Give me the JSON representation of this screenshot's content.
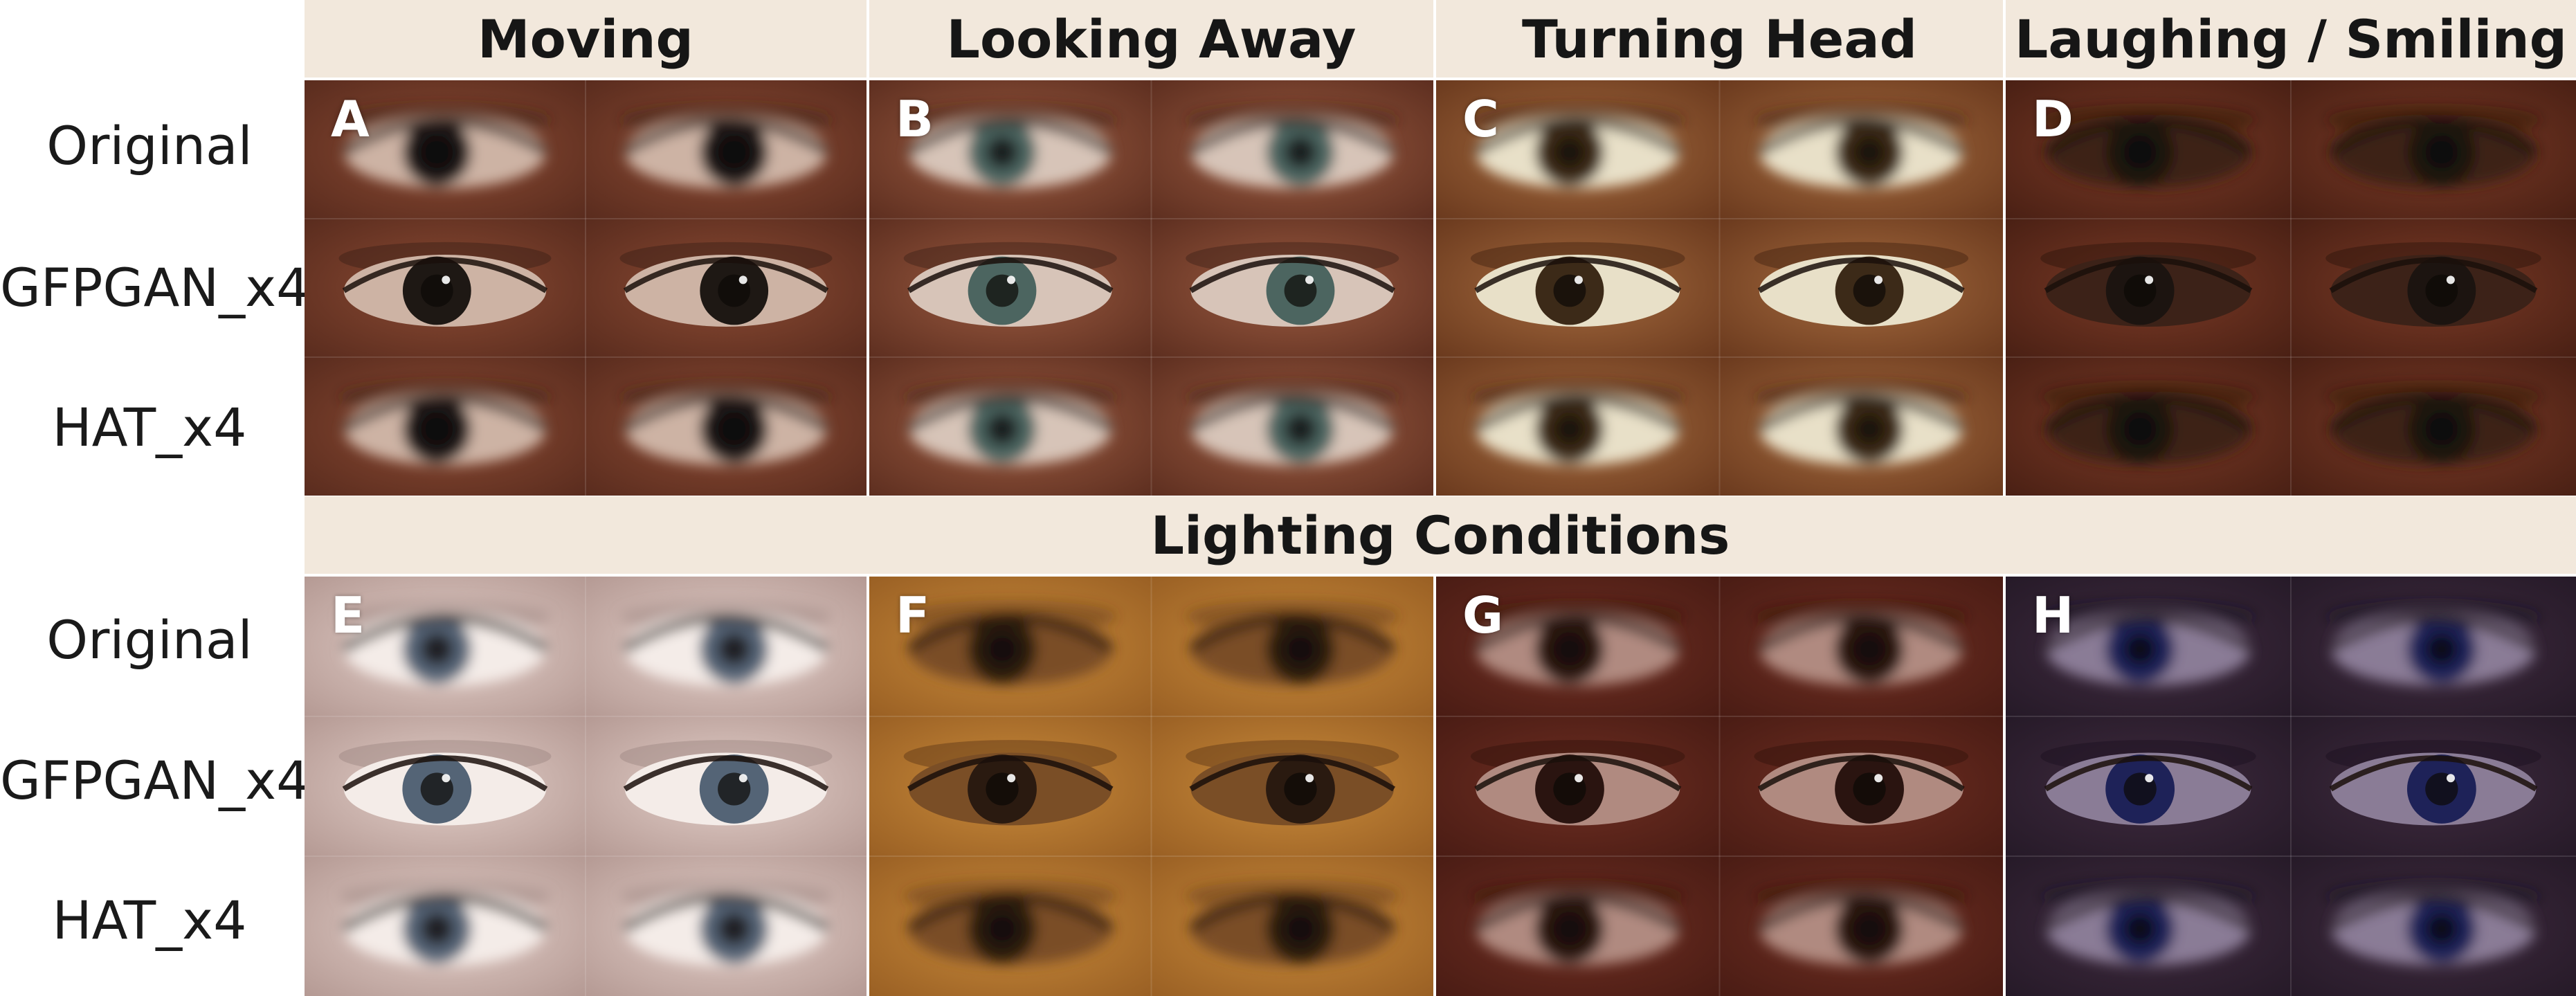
{
  "columns": [
    "Moving",
    "Looking Away",
    "Turning Head",
    "Laughing / Smiling"
  ],
  "section_label": "Lighting Conditions",
  "row_labels_top": [
    "Original",
    "GFPGAN_x4",
    "HAT_x4"
  ],
  "row_labels_bottom": [
    "Original",
    "GFPGAN_x4",
    "HAT_x4"
  ],
  "panels": [
    {
      "letter": "A",
      "skin": "#8a4a33",
      "skin_dark": "#5a2c1e",
      "iris": "#1e1814",
      "sclera": "#cdb3a4",
      "shadow": "#3a2016"
    },
    {
      "letter": "B",
      "skin": "#9a5a40",
      "skin_dark": "#5e2f20",
      "iris": "#4c6560",
      "sclera": "#d7c4b8",
      "shadow": "#3e2118"
    },
    {
      "letter": "C",
      "skin": "#a46a3e",
      "skin_dark": "#6b3a1e",
      "iris": "#3c2a18",
      "sclera": "#e8e0c8",
      "shadow": "#40220f"
    },
    {
      "letter": "D",
      "skin": "#7a3a26",
      "skin_dark": "#4a2014",
      "iris": "#1c1410",
      "sclera": "#3c2218",
      "shadow": "#2c140c"
    },
    {
      "letter": "E",
      "skin": "#e2cec8",
      "skin_dark": "#b59a94",
      "iris": "#546476",
      "sclera": "#f4ece8",
      "shadow": "#9c8680"
    },
    {
      "letter": "F",
      "skin": "#c88a3a",
      "skin_dark": "#9a6024",
      "iris": "#2a1a10",
      "sclera": "#7a4e26",
      "shadow": "#5a3616"
    },
    {
      "letter": "G",
      "skin": "#6e2e22",
      "skin_dark": "#4a1c14",
      "iris": "#2a1410",
      "sclera": "#b08a80",
      "shadow": "#30120c"
    },
    {
      "letter": "H",
      "skin": "#3e2a3e",
      "skin_dark": "#261a28",
      "iris": "#1e2258",
      "sclera": "#8a7c96",
      "shadow": "#1a1020"
    }
  ]
}
